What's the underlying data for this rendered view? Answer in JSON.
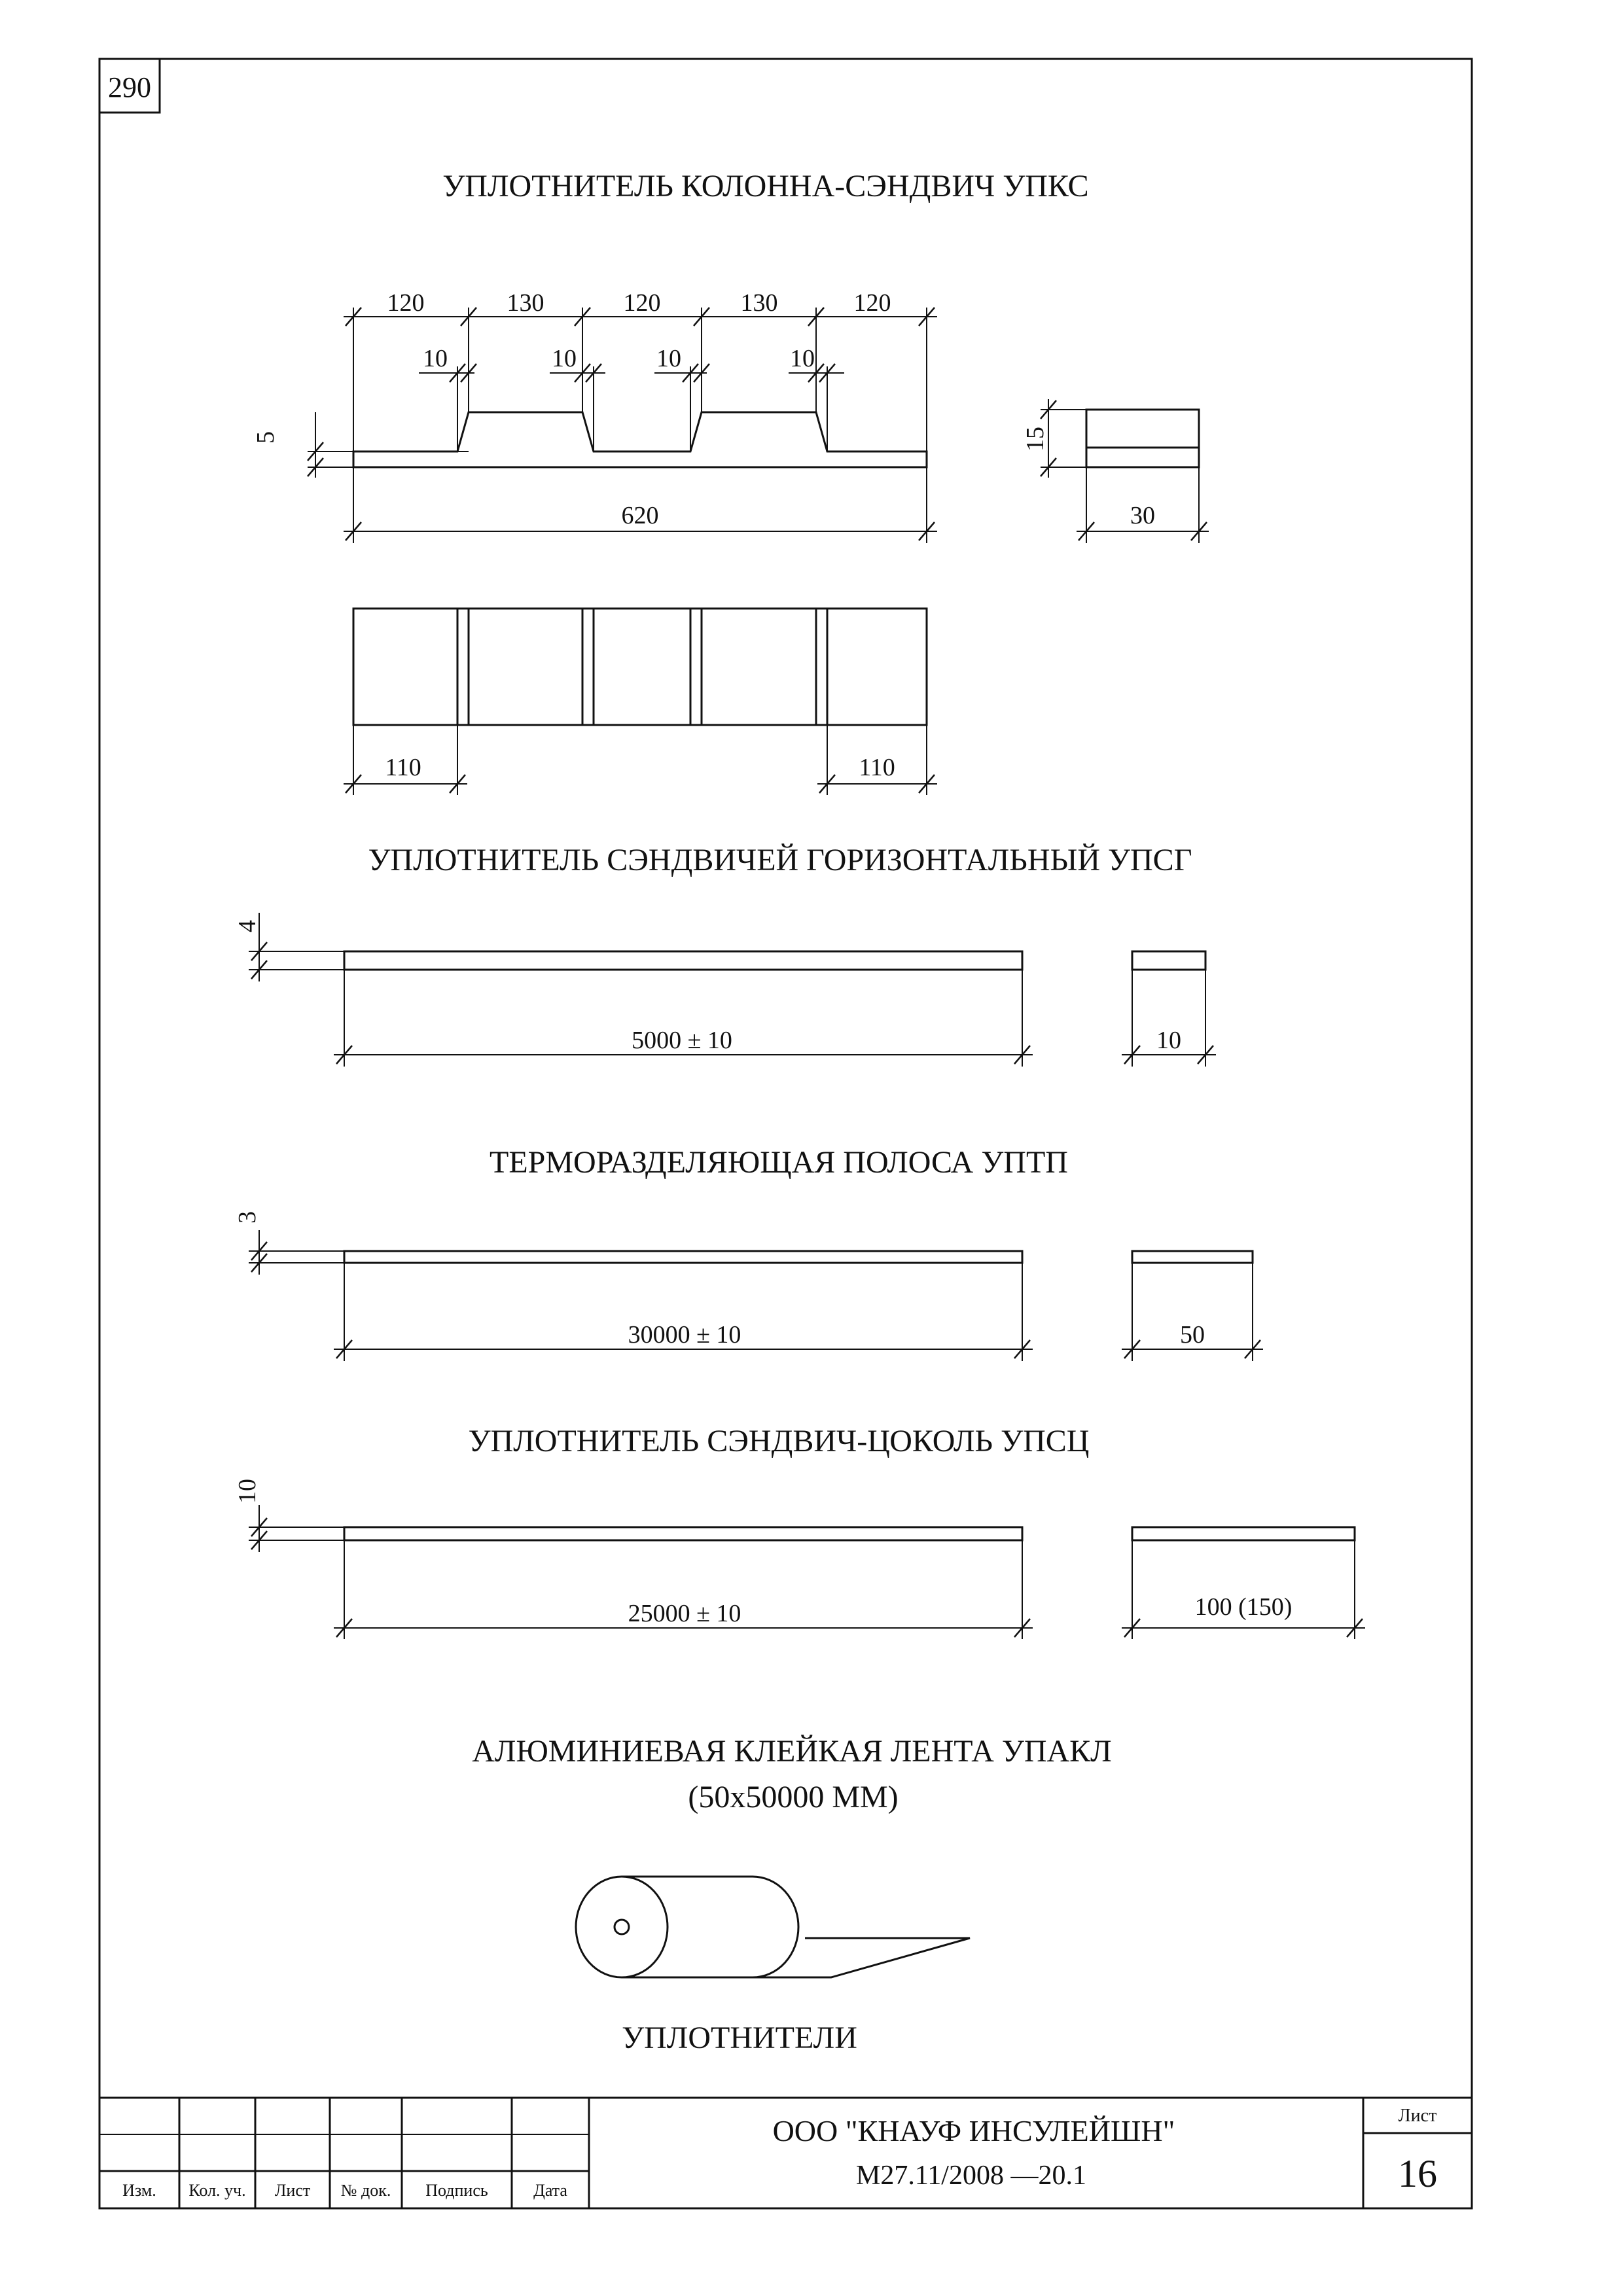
{
  "sheet_number_top": "290",
  "titles": {
    "upks": "УПЛОТНИТЕЛЬ КОЛОННА-СЭНДВИЧ УПКС",
    "upsg": "УПЛОТНИТЕЛЬ СЭНДВИЧЕЙ ГОРИЗОНТАЛЬНЫЙ УПСГ",
    "uptp": "ТЕРМОРАЗДЕЛЯЮЩАЯ ПОЛОСА УПТП",
    "upsc": "УПЛОТНИТЕЛЬ СЭНДВИЧ-ЦОКОЛЬ УПСЦ",
    "upakl_line1": "АЛЮМИНИЕВАЯ КЛЕЙКАЯ ЛЕНТА УПАКЛ",
    "upakl_line2": "(50x50000 ММ)",
    "caption": "УПЛОТНИТЕЛИ"
  },
  "upks_dims": {
    "top": [
      "120",
      "130",
      "120",
      "130",
      "120"
    ],
    "gaps": [
      "10",
      "10",
      "10",
      "10"
    ],
    "thickness": "5",
    "total_length": "620",
    "side_height": "15",
    "side_width": "30",
    "plan_left": "110",
    "plan_right": "110"
  },
  "upsg_dims": {
    "thickness": "4",
    "length": "5000 ± 10",
    "width": "10"
  },
  "uptp_dims": {
    "thickness": "3",
    "length": "30000 ± 10",
    "width": "50"
  },
  "upsc_dims": {
    "thickness": "10",
    "length": "25000 ± 10",
    "width": "100 (150)"
  },
  "title_block": {
    "headers": [
      "Изм.",
      "Кол. уч.",
      "Лист",
      "№ док.",
      "Подпись",
      "Дата"
    ],
    "company": "ООО \"КНАУФ ИНСУЛЕЙШН\"",
    "doc_code": "М27.11/2008 —20.1",
    "sheet_label": "Лист",
    "sheet_number": "16"
  }
}
